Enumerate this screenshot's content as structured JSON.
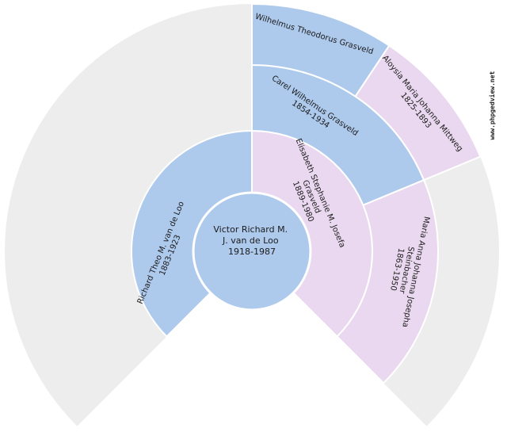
{
  "watermark": {
    "text": "www.phpgedview.net"
  },
  "colors": {
    "male": "#adc9ec",
    "female": "#e9d8ef",
    "empty": "#ededed",
    "separator": "#ffffff",
    "text": "#1c1c1c",
    "background": "#ffffff"
  },
  "fan_chart": {
    "type": "genealogy-fan",
    "generations_shown": 4,
    "fan_angle_degrees": 270
  },
  "people": {
    "center": {
      "lines": [
        "Victor Richard M.",
        "J. van de Loo",
        "1918-1987"
      ],
      "name": "Victor Richard M. J. van de Loo",
      "dates": "1918-1987",
      "sex_color": "male"
    },
    "father": {
      "lines": [
        "Richard Theo M. van de Loo",
        "1883-1923"
      ],
      "name": "Richard Theo M. van de Loo",
      "dates": "1883-1923",
      "sex_color": "male"
    },
    "mother": {
      "lines": [
        "Elisabeth Stephanie M. Josefa",
        "Grasveld",
        "1889-1980"
      ],
      "name": "Elisabeth Stephanie M. Josefa Grasveld",
      "dates": "1889-1980",
      "sex_color": "female"
    },
    "maternal_grandfather": {
      "lines": [
        "Carel Wilhelmus Grasveld",
        "1854-1934"
      ],
      "name": "Carel Wilhelmus Grasveld",
      "dates": "1854-1934",
      "sex_color": "male"
    },
    "maternal_grandmother": {
      "lines": [
        "Maria Anna Johanna Josepha",
        "Steinbacher",
        "1863-1950"
      ],
      "name": "Maria Anna Johanna Josepha Steinbacher",
      "dates": "1863-1950",
      "sex_color": "female"
    },
    "great_grandfather_grasveld": {
      "lines": [
        "Wilhelmus Theodorus Grasveld"
      ],
      "name": "Wilhelmus Theodorus Grasveld",
      "dates": "",
      "sex_color": "male"
    },
    "great_grandmother_mittweg": {
      "lines": [
        "Aloysia Maria Johanna Mittweg",
        "1825-1893"
      ],
      "name": "Aloysia Maria Johanna Mittweg",
      "dates": "1825-1893",
      "sex_color": "female"
    }
  }
}
